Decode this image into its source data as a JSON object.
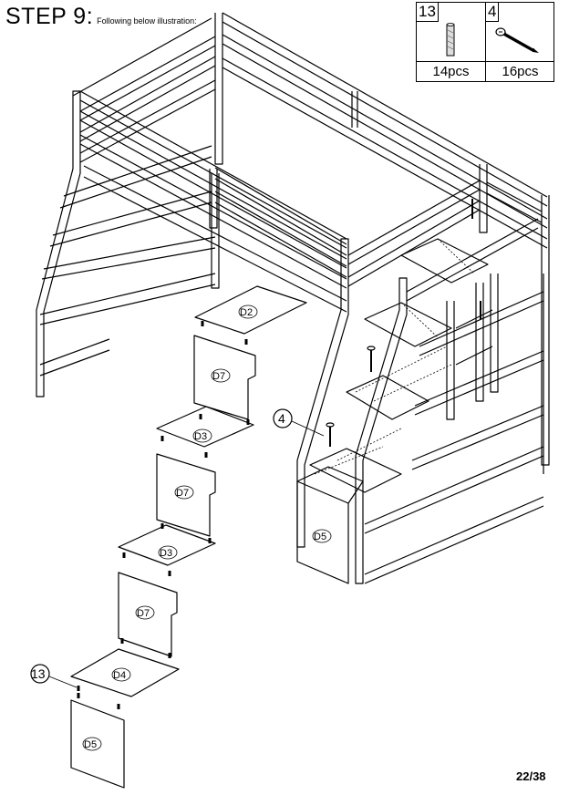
{
  "header": {
    "step_label": "STEP 9:",
    "instruction": "Following below illustration:"
  },
  "parts": [
    {
      "number": "13",
      "quantity": "14pcs",
      "icon": "wooden-dowel-icon"
    },
    {
      "number": "4",
      "quantity": "16pcs",
      "icon": "screw-bolt-icon"
    }
  ],
  "callouts": {
    "screw": "4",
    "dowel": "13"
  },
  "panels": [
    "D2",
    "D7",
    "D3",
    "D7",
    "D3",
    "D7",
    "D4",
    "D5",
    "D5"
  ],
  "page": "22/38"
}
